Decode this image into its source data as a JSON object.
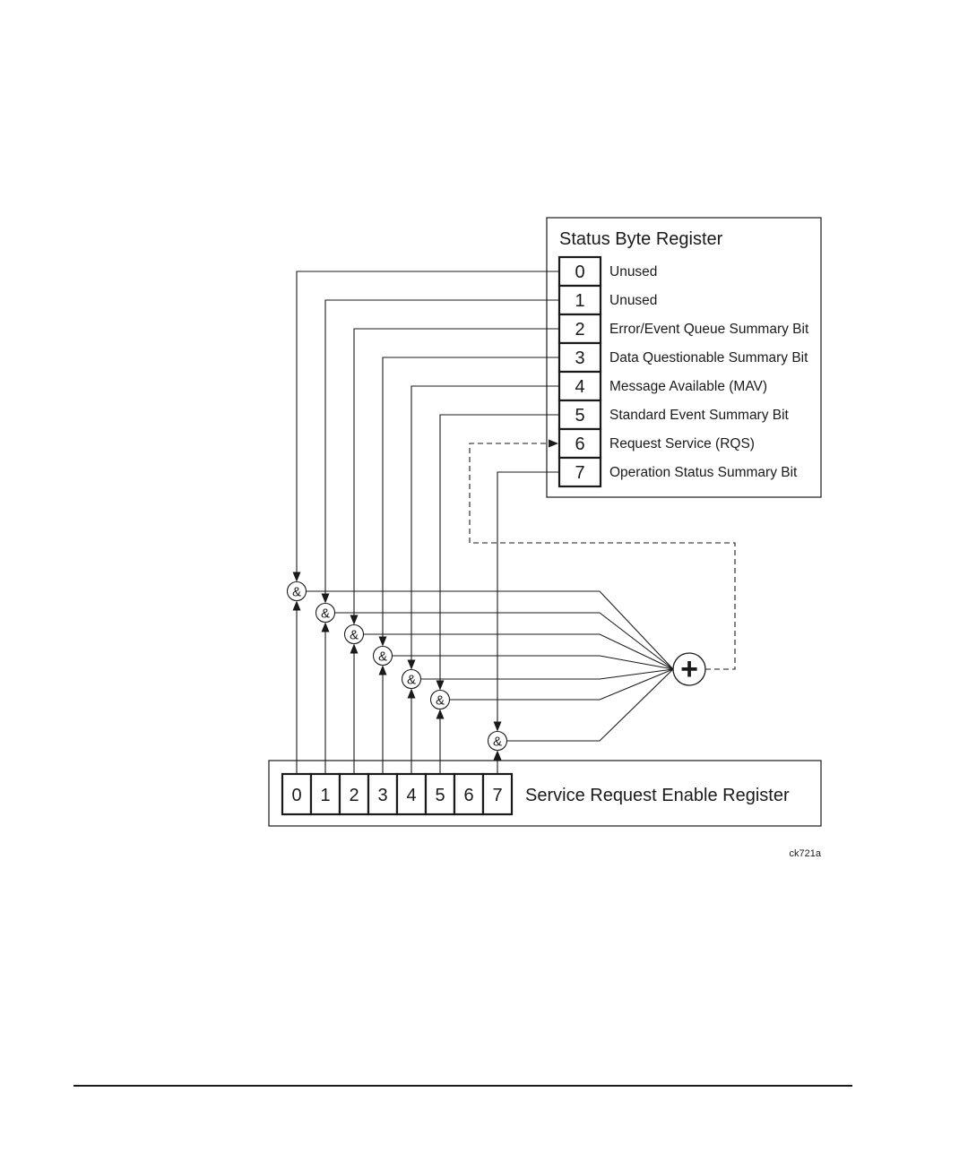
{
  "status_byte_register": {
    "title": "Status Byte Register",
    "bits": [
      {
        "number": "0",
        "label": "Unused"
      },
      {
        "number": "1",
        "label": "Unused"
      },
      {
        "number": "2",
        "label": "Error/Event Queue Summary Bit"
      },
      {
        "number": "3",
        "label": "Data Questionable Summary Bit"
      },
      {
        "number": "4",
        "label": "Message Available (MAV)"
      },
      {
        "number": "5",
        "label": "Standard Event Summary Bit"
      },
      {
        "number": "6",
        "label": "Request Service (RQS)"
      },
      {
        "number": "7",
        "label": "Operation Status Summary Bit"
      }
    ]
  },
  "service_request_enable_register": {
    "title": "Service Request Enable Register",
    "bits": [
      "0",
      "1",
      "2",
      "3",
      "4",
      "5",
      "6",
      "7"
    ]
  },
  "and_gate_symbol": "&",
  "or_gate_symbol": "+",
  "figure_id": "ck721a"
}
